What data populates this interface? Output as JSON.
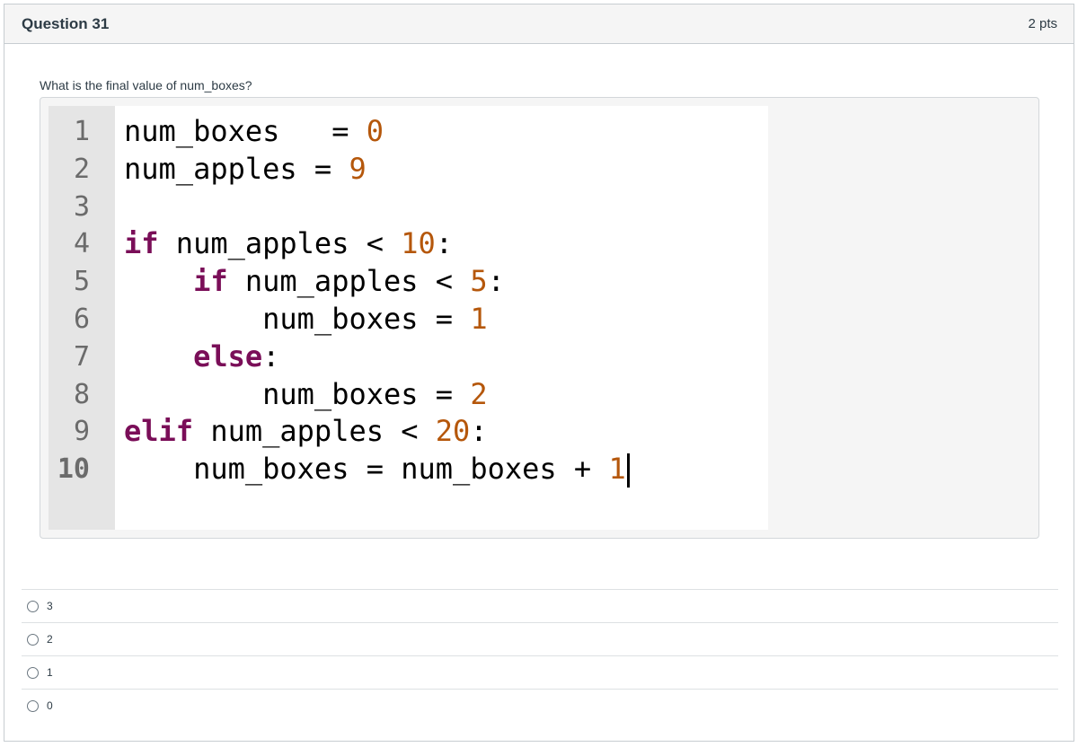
{
  "header": {
    "title": "Question 31",
    "points": "2 pts"
  },
  "prompt": "What is the final value of num_boxes?",
  "code": {
    "line_numbers": [
      "1",
      "2",
      "3",
      "4",
      "5",
      "6",
      "7",
      "8",
      "9",
      "10"
    ],
    "active_line": "10",
    "lines": [
      [
        {
          "t": "num_boxes   = "
        },
        {
          "t": "0",
          "c": "num"
        }
      ],
      [
        {
          "t": "num_apples = "
        },
        {
          "t": "9",
          "c": "num"
        }
      ],
      [
        {
          "t": ""
        }
      ],
      [
        {
          "t": "if",
          "c": "kw"
        },
        {
          "t": " num_apples < "
        },
        {
          "t": "10",
          "c": "num"
        },
        {
          "t": ":"
        }
      ],
      [
        {
          "t": "    "
        },
        {
          "t": "if",
          "c": "kw"
        },
        {
          "t": " num_apples < "
        },
        {
          "t": "5",
          "c": "num"
        },
        {
          "t": ":"
        }
      ],
      [
        {
          "t": "        num_boxes = "
        },
        {
          "t": "1",
          "c": "num"
        }
      ],
      [
        {
          "t": "    "
        },
        {
          "t": "else",
          "c": "kw"
        },
        {
          "t": ":"
        }
      ],
      [
        {
          "t": "        num_boxes = "
        },
        {
          "t": "2",
          "c": "num"
        }
      ],
      [
        {
          "t": "elif",
          "c": "kw"
        },
        {
          "t": " num_apples < "
        },
        {
          "t": "20",
          "c": "num"
        },
        {
          "t": ":"
        }
      ],
      [
        {
          "t": "    num_boxes = num_boxes + "
        },
        {
          "t": "1",
          "c": "num"
        }
      ]
    ]
  },
  "answers": [
    {
      "label": "3"
    },
    {
      "label": "2"
    },
    {
      "label": "1"
    },
    {
      "label": "0"
    }
  ],
  "colors": {
    "keyword": "#7a0e58",
    "number": "#b5570b",
    "gutter": "#e5e5e5",
    "header_bg": "#f5f5f5"
  }
}
